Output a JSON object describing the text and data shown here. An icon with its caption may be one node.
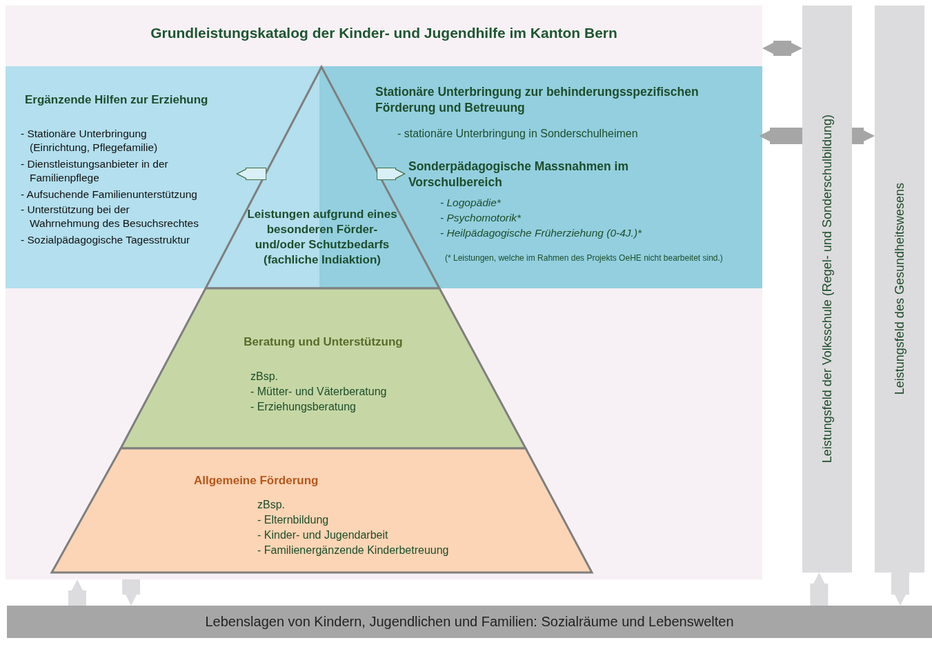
{
  "diagram": {
    "nodes": [
      {
        "text": [
          "Grundleistungskatalog der Kinder- und Jugendhilfe im Kanton Bern"
        ]
      },
      {
        "text": [
          "Ergänzende Hilfen zur Erziehung",
          "- Stationäre Unterbringung (Einrichtung, Pflegefamilie)",
          "- Dienstleistungsanbieter in der Familienpflege",
          "- Aufsuchende Familienunterstützung",
          "- Unterstützung bei der Wahrnehmung des Besuchsrechtes",
          "- Sozialpädagogische Tagesstruktur"
        ],
        "in": 0
      },
      {
        "text": [
          "Stationäre Unterbringung zur behinderungsspezifischen Förderung und Betreuung",
          "- stationäre Unterbringung in Sonderschulheimen"
        ],
        "in": 0
      },
      {
        "text": [
          "Sonderpädagogische Massnahmen im Vorschulbereich",
          "- Logopädie*",
          "- Psychomotorik*",
          "- Heilpädagogische Früherziehung (0-4J.)*"
        ],
        "in": 0
      },
      {
        "text": [
          "Leistungen aufgrund eines besonderen Förder- und/oder Schutzbedarfs (fachliche Indiaktion)"
        ],
        "in": 0
      },
      {
        "text": [
          "Beratung und Unterstützung",
          "zBsp.",
          "- Mütter- und Väterberatung",
          "- Erziehungsberatung"
        ],
        "in": 0
      },
      {
        "text": [
          "Allgemeine Förderung",
          "zBsp.",
          "- Elternbildung",
          "- Kinder- und Jugendarbeit",
          "- Familienergänzende Kinderbetreuung"
        ],
        "in": 0
      },
      {
        "text": [
          "Leistungsfeld der Volksschule (Regel- und Sonderschulbildung)"
        ]
      },
      {
        "text": [
          "Leistungsfeld des Gesundheitswesens"
        ]
      },
      {
        "text": [
          "Lebenslagen von Kindern, Jugendlichen und Familien: Sozialräume und Lebenswelten"
        ]
      }
    ],
    "edges": [
      {
        "from": 4,
        "to": 1,
        "arrow": "to",
        "color": "#3a6b3a"
      },
      {
        "from": 4,
        "to": 3,
        "arrow": "to",
        "color": "#3a6b3a"
      },
      {
        "from": 0,
        "to": 7,
        "arrow": "both",
        "color": "#a6a6a6"
      },
      {
        "from": 7,
        "to": 2,
        "arrow": "to",
        "color": "#a6a6a6"
      },
      {
        "from": 7,
        "to": 8,
        "arrow": "to",
        "color": "#a6a6a6"
      },
      {
        "from": 9,
        "to": 0,
        "arrow": "to"
      },
      {
        "from": 0,
        "to": 9,
        "arrow": "to"
      },
      {
        "from": 9,
        "to": 7,
        "arrow": "to"
      },
      {
        "from": 8,
        "to": 9,
        "arrow": "to"
      }
    ],
    "labels": [
      "(* Leistungen, welche im Rahmen des Projekts OeHE nicht bearbeitet sind.)"
    ]
  }
}
